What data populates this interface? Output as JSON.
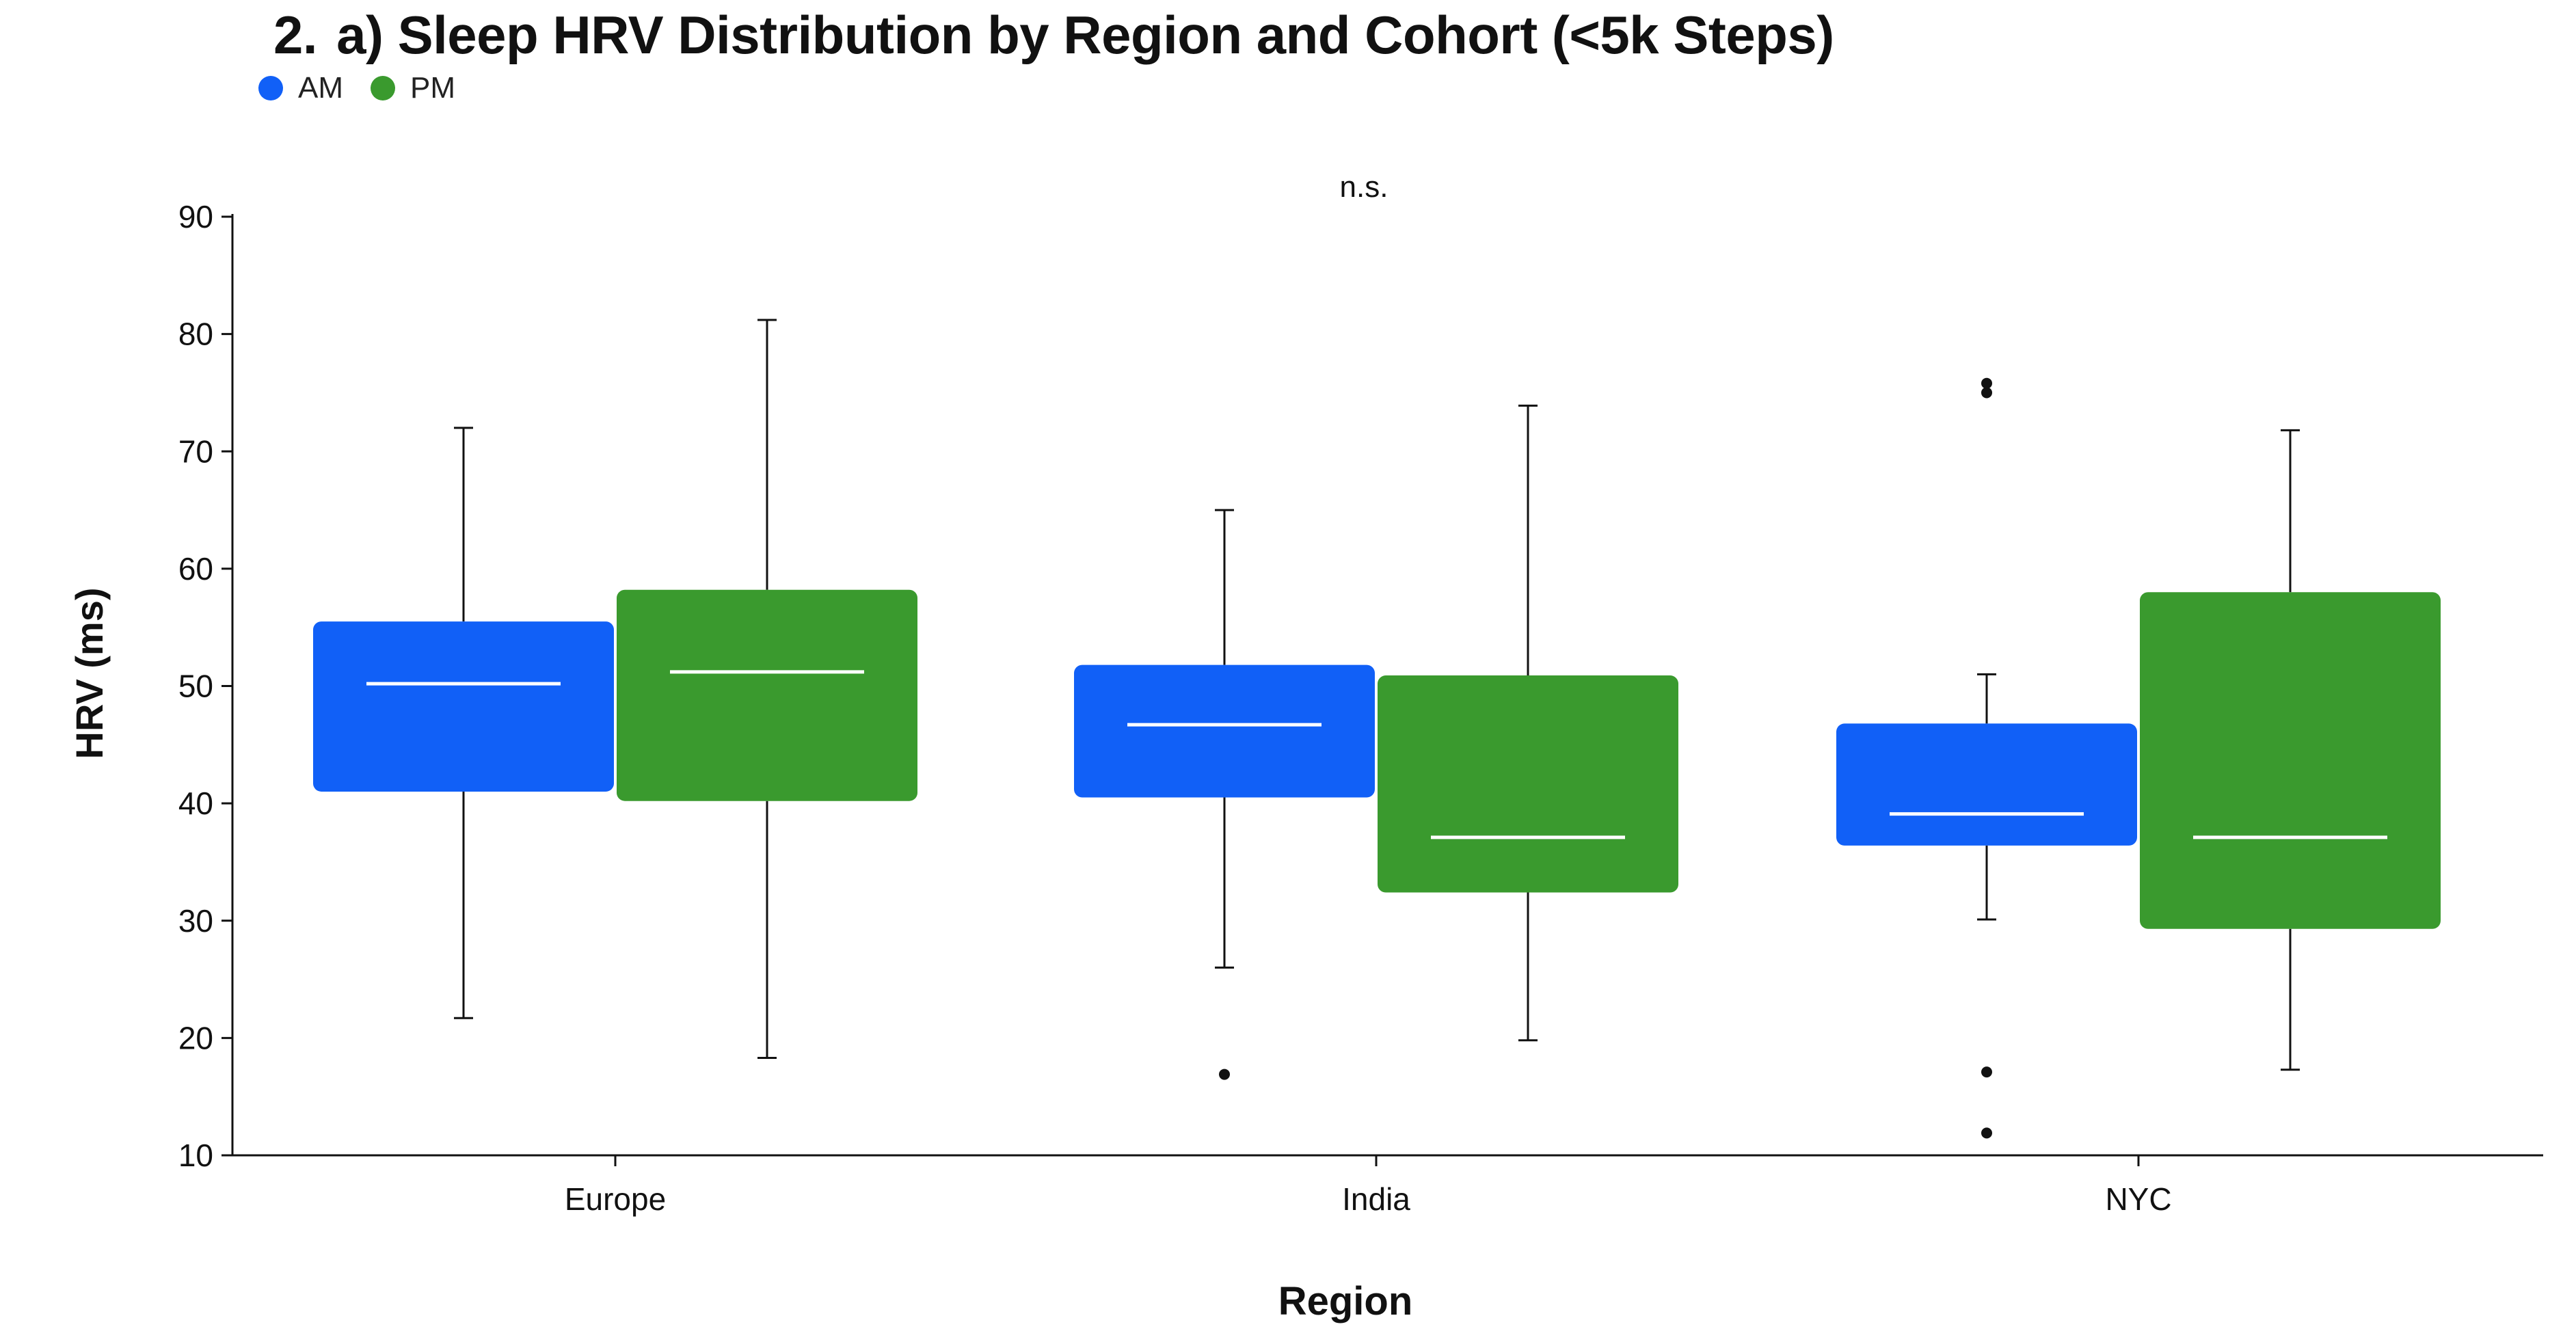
{
  "figure": {
    "number": "2.",
    "title": "a) Sleep HRV Distribution by Region and Cohort (<5k Steps)"
  },
  "colors": {
    "AM": "#1160F7",
    "PM": "#3A9A2E",
    "median": "#ffffff",
    "axis": "#111111"
  },
  "chart_data": {
    "type": "box",
    "title": "a) Sleep HRV Distribution by Region and Cohort (<5k Steps)",
    "xlabel": "Region",
    "ylabel": "HRV (ms)",
    "categories": [
      "Europe",
      "India",
      "NYC"
    ],
    "ylim": [
      10,
      90
    ],
    "yticks": [
      10,
      20,
      30,
      40,
      50,
      60,
      70,
      80,
      90
    ],
    "legend": {
      "position": "top-left",
      "entries": [
        "AM",
        "PM"
      ]
    },
    "annotation": "n.s.",
    "grid": false,
    "series": [
      {
        "name": "AM",
        "boxes": [
          {
            "category": "Europe",
            "whisker_low": 21.7,
            "q1": 41.0,
            "median": 50.2,
            "q3": 55.5,
            "whisker_high": 72.0,
            "outliers": []
          },
          {
            "category": "India",
            "whisker_low": 26.0,
            "q1": 40.5,
            "median": 46.7,
            "q3": 51.8,
            "whisker_high": 65.0,
            "outliers": [
              16.9
            ]
          },
          {
            "category": "NYC",
            "whisker_low": 30.1,
            "q1": 36.4,
            "median": 39.1,
            "q3": 46.8,
            "whisker_high": 51.0,
            "outliers": [
              11.9,
              17.1,
              75.0,
              75.8
            ]
          }
        ]
      },
      {
        "name": "PM",
        "boxes": [
          {
            "category": "Europe",
            "whisker_low": 18.3,
            "q1": 40.2,
            "median": 51.2,
            "q3": 58.2,
            "whisker_high": 81.2,
            "outliers": []
          },
          {
            "category": "India",
            "whisker_low": 19.8,
            "q1": 32.4,
            "median": 37.1,
            "q3": 50.9,
            "whisker_high": 73.9,
            "outliers": []
          },
          {
            "category": "NYC",
            "whisker_low": 17.3,
            "q1": 29.3,
            "median": 37.1,
            "q3": 58.0,
            "whisker_high": 71.8,
            "outliers": []
          }
        ]
      }
    ]
  }
}
